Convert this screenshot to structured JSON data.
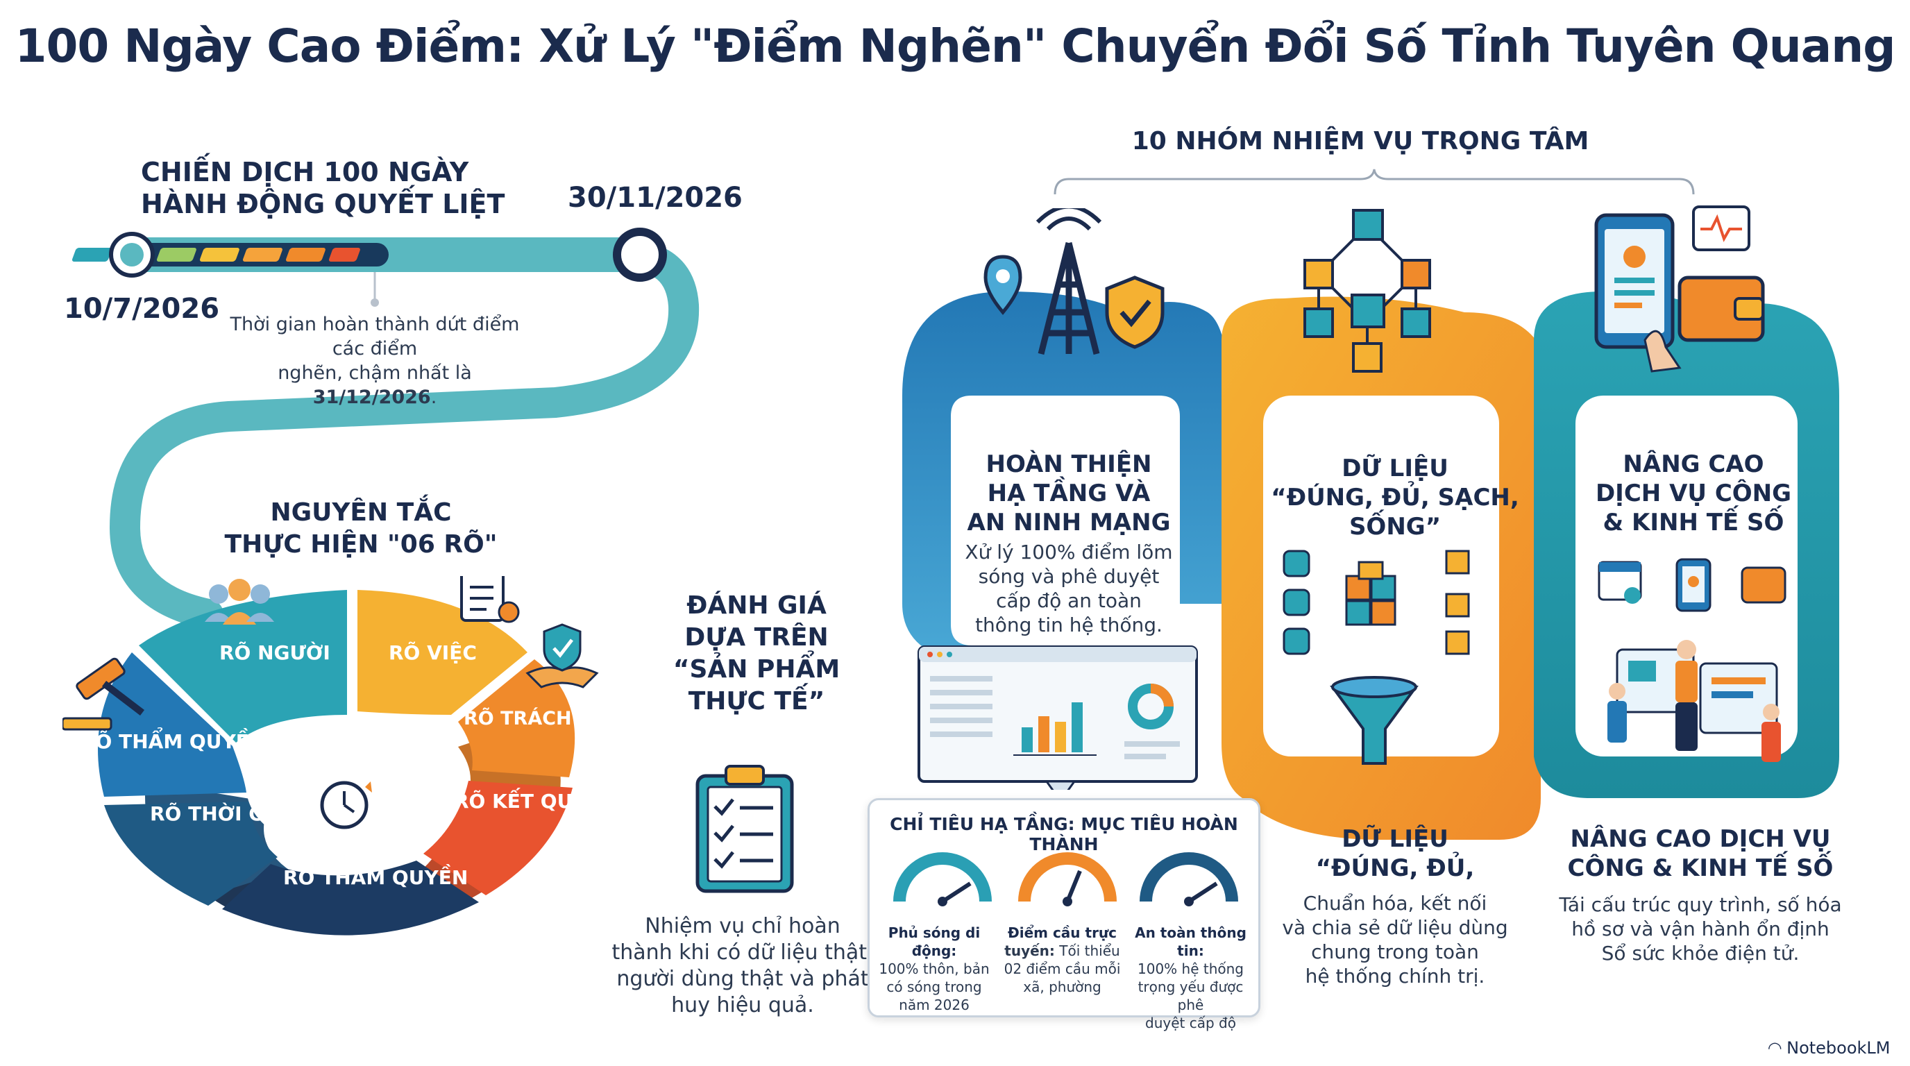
{
  "title": "100 Ngày Cao Điểm: Xử Lý \"Điểm Nghẽn\" Chuyển Đổi Số Tỉnh Tuyên Quang",
  "campaign": {
    "heading_line1": "CHIẾN DỊCH 100 NGÀY",
    "heading_line2": "HÀNH ĐỘNG QUYẾT LIỆT",
    "start_date": "10/7/2026",
    "end_date": "30/11/2026",
    "note_line1": "Thời gian hoàn thành dứt điểm các điểm",
    "note_line2_prefix": "nghẽn, chậm nhất là ",
    "note_deadline": "31/12/2026",
    "note_suffix": "."
  },
  "principles": {
    "heading_line1": "NGUYÊN TẮC",
    "heading_line2": "THỰC HIỆN \"06 RÕ\"",
    "segments": [
      "RÕ NGƯỜI",
      "RÕ VIỆC",
      "RÕ TRÁCH NHIỆM",
      "RÕ KẾT QUẢ",
      "RÕ THẨM QUYỀN",
      "RÕ THỜI GIAN",
      "RÕ THẨM QUYỀN"
    ]
  },
  "evaluation": {
    "heading_lines": [
      "ĐÁNH GIÁ",
      "DỰA TRÊN",
      "“SẢN PHẨM",
      "THỰC TẾ”"
    ],
    "text_lines": [
      "Nhiệm vụ chỉ hoàn",
      "thành khi có dữ liệu thật,",
      "người dùng thật và phát",
      "huy hiệu quả."
    ]
  },
  "tasks": {
    "heading": "10 NHÓM NHIỆM VỤ TRỌNG TÂM",
    "infrastructure": {
      "title_lines": [
        "HOÀN THIỆN",
        "HẠ TẦNG VÀ",
        "AN NINH MẠNG"
      ],
      "text_lines": [
        "Xử lý 100% điểm lõm",
        "sóng và phê duyệt",
        "cấp độ an toàn",
        "thông tin hệ thống."
      ]
    },
    "data": {
      "title_lines": [
        "DỮ LIỆU",
        "“ĐÚNG, ĐỦ, SẠCH,",
        "SỐNG”"
      ],
      "title2_lines": [
        "DỮ LIỆU",
        "“ĐÚNG, ĐỦ,"
      ],
      "text_lines": [
        "Chuẩn hóa, kết nối",
        "và chia sẻ dữ liệu dùng",
        "chung trong toàn",
        "hệ thống chính trị."
      ]
    },
    "services": {
      "title_lines": [
        "NÂNG CAO",
        "DỊCH VỤ CÔNG",
        "& KINH TẾ SỐ"
      ],
      "title2_lines": [
        "NÂNG CAO DỊCH VỤ",
        "CÔNG & KINH TẾ SỐ"
      ],
      "text_lines": [
        "Tái cấu trúc quy trình, số hóa",
        "hồ sơ và vận hành ổn định",
        "Sổ sức khỏe điện tử."
      ]
    }
  },
  "kpi": {
    "heading": "CHỈ TIÊU HẠ TẦNG: MỤC TIÊU HOÀN THÀNH",
    "gauges": [
      {
        "title": "Phủ sóng di động:",
        "lines": [
          "100% thôn, bản",
          "có sóng trong",
          "năm 2026"
        ],
        "color": "#2a9fb4",
        "value": 1.0
      },
      {
        "title": "Điểm cầu trực",
        "title2": "tuyến:",
        "inline": " Tối thiểu",
        "lines": [
          "02 điểm cầu mỗi",
          "xã, phường"
        ],
        "color": "#f08a2b",
        "value": 0.85
      },
      {
        "title": "An toàn thông tin:",
        "lines": [
          "100% hệ thống",
          "trọng yếu được phê",
          "duyệt cấp độ"
        ],
        "color": "#1f5a84",
        "value": 1.0
      }
    ]
  },
  "brand": "NotebookLM",
  "colors": {
    "navy": "#1b2b4d",
    "teal": "#2ba3b4",
    "orange": "#f08a2b",
    "yellow": "#f5b132",
    "blue": "#2378b5",
    "red": "#e8532f"
  }
}
